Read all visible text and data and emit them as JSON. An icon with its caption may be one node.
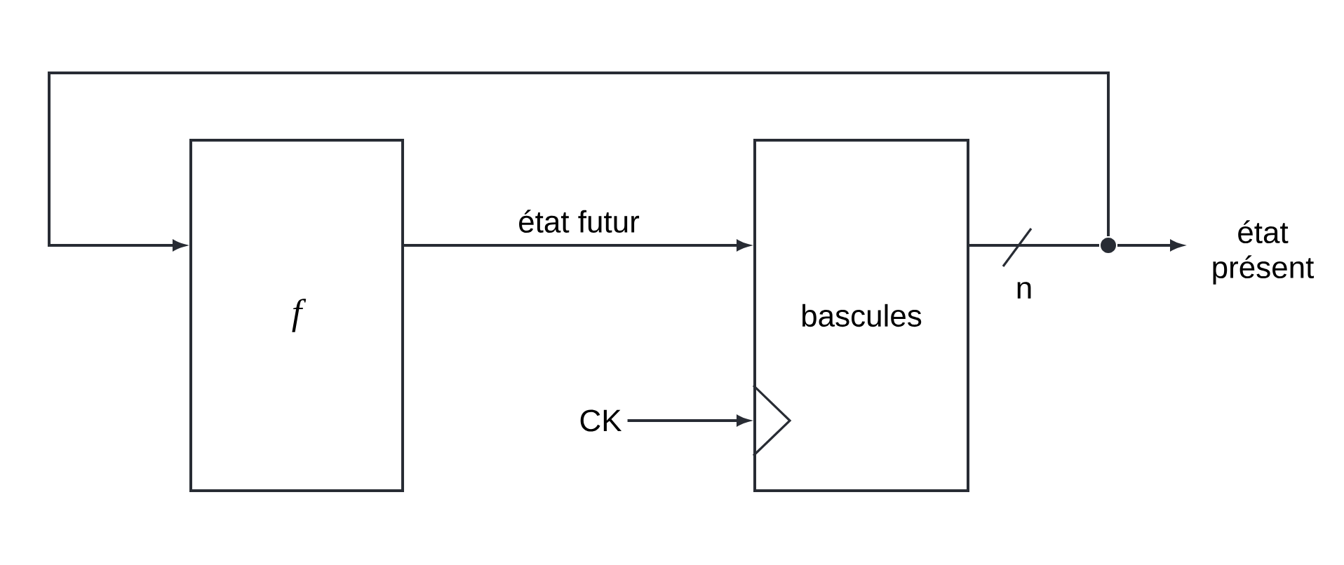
{
  "diagram": {
    "nodes": [
      {
        "text": [
          "f"
        ]
      },
      {
        "text": [
          "bascules"
        ]
      },
      {
        "text": [
          "CK"
        ]
      },
      {
        "text": [
          "état présent"
        ]
      },
      {
        "text": [],
        "shape": "circle"
      }
    ],
    "edges": [
      {
        "from": 0,
        "to": 1,
        "arrow": "to",
        "label": "état futur"
      },
      {
        "from": 2,
        "to": 1,
        "arrow": "to"
      },
      {
        "from": 1,
        "to": 4,
        "arrow": "none"
      },
      {
        "from": 4,
        "to": 3,
        "arrow": "to"
      },
      {
        "from": 4,
        "to": 0,
        "arrow": "to"
      }
    ],
    "labels": [
      "n"
    ]
  }
}
